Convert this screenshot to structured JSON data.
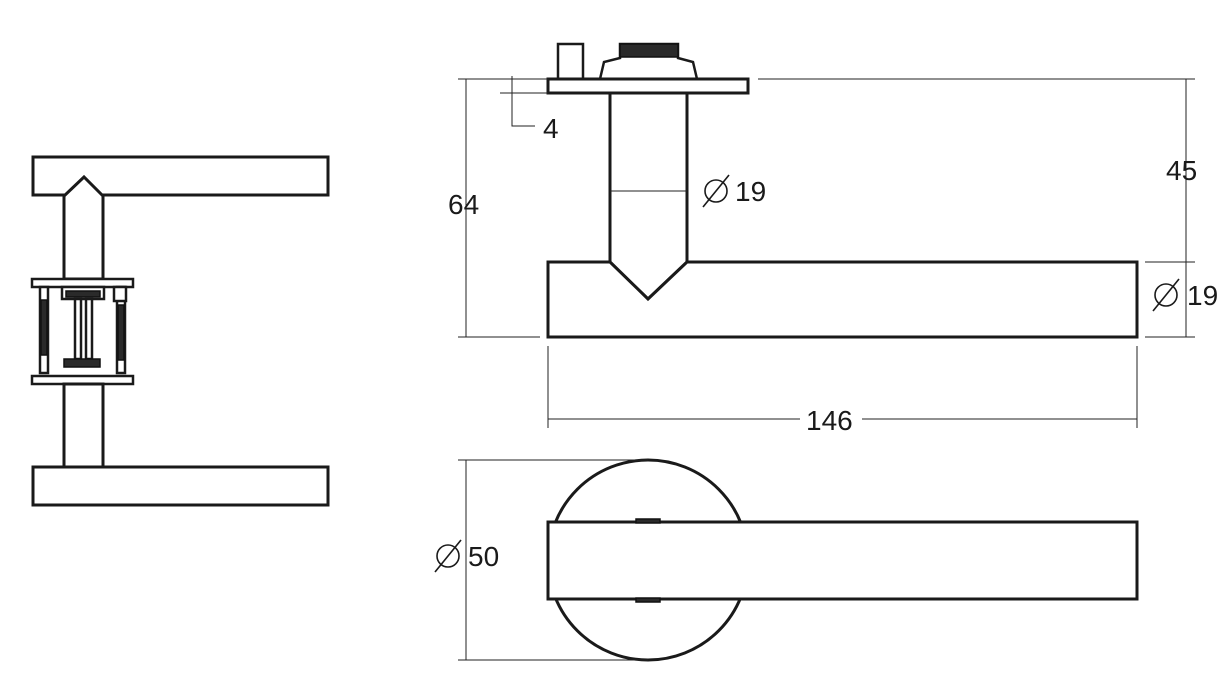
{
  "dimensions": {
    "rosette_thickness": "4",
    "overall_height": "64",
    "spindle_diameter": "19",
    "handle_projection": "45",
    "handle_diameter": "19",
    "handle_length": "146",
    "rosette_diameter": "50"
  },
  "colors": {
    "line": "#1a1a1a",
    "background": "#ffffff"
  }
}
